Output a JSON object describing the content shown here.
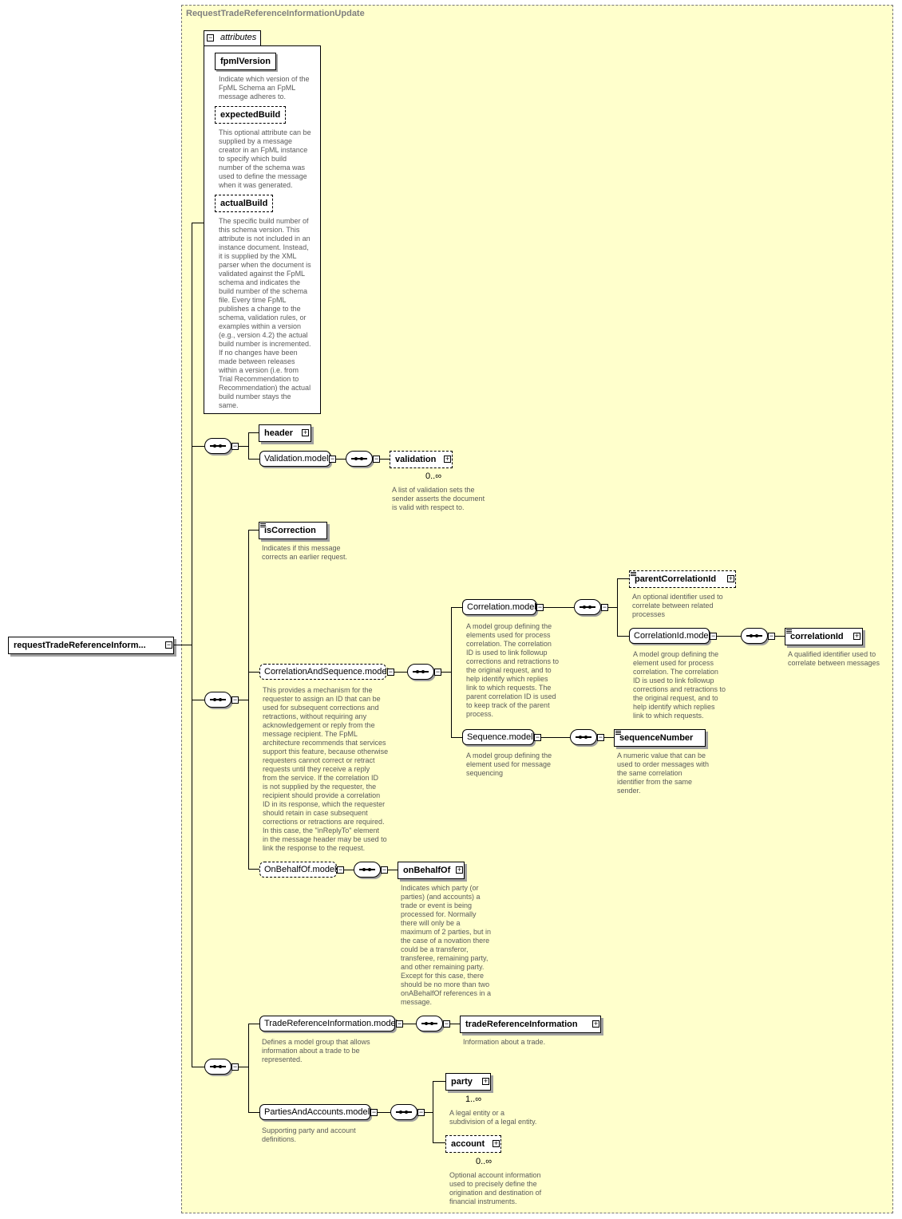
{
  "type_name": "RequestTradeReferenceInformationUpdate",
  "root_element": "requestTradeReferenceInform...",
  "attributes_label": "attributes",
  "attributes": [
    {
      "name": "fpmlVersion",
      "doc": "Indicate which version of the\nFpML Schema an FpML\nmessage adheres to."
    },
    {
      "name": "expectedBuild",
      "doc": "This optional attribute can be\nsupplied by a message\ncreator in an FpML instance\nto specify which build\nnumber of the schema was\nused to define the message\nwhen it was generated."
    },
    {
      "name": "actualBuild",
      "doc": "The specific build number of\nthis schema version. This\nattribute is not included in an\ninstance document. Instead,\nit is supplied by the XML\nparser when the document is\nvalidated against the FpML\nschema and indicates the\nbuild number of the schema\nfile. Every time FpML\npublishes a change to the\nschema, validation rules, or\nexamples within a version\n(e.g., version 4.2) the actual\nbuild number is incremented.\nIf no changes have been\nmade between releases\nwithin a version (i.e. from\nTrial Recommendation to\nRecommendation) the actual\nbuild number stays the\nsame."
    }
  ],
  "nodes": {
    "header": "header",
    "validation_model": "Validation.model",
    "validation": "validation",
    "validation_card": "0..∞",
    "validation_doc": "A list of validation sets the\nsender asserts the document\nis valid with respect to.",
    "isCorrection": "isCorrection",
    "isCorrection_doc": "Indicates if this message\ncorrects an earlier request.",
    "cas_model": "CorrelationAndSequence.model",
    "cas_doc": "This provides a mechanism for the\nrequester to assign an ID that can be\nused for subsequent corrections and\nretractions, without requiring any\nacknowledgement or reply from the\nmessage recipient. The FpML\narchitecture recommends that services\nsupport this feature, because otherwise\nrequesters cannot correct or retract\nrequests until they receive a reply\nfrom the service. If the correlation ID\nis not supplied by the requester, the\nrecipient should provide a correlation\nID in its response, which the requester\nshould retain in case subsequent\ncorrections or retractions are required.\nIn this case, the \"inReplyTo\" element\nin the message header may be used to\nlink the response to the request.",
    "corr_model": "Correlation.model",
    "corr_doc": "A model group defining the\nelements used for process\ncorrelation. The correlation\nID is used to link followup\ncorrections and retractions to\nthe original request, and to\nhelp identify which replies\nlink to which requests. The\nparent correlation ID is used\nto keep track of the parent\nprocess.",
    "parentCorrelationId": "parentCorrelationId",
    "parentCorrelationId_doc": "An optional identifier used to\ncorrelate between related\nprocesses",
    "corrid_model": "CorrelationId.model",
    "corrid_doc": "A model group defining the\nelement used for process\ncorrelation. The correlation\nID is used to link followup\ncorrections and retractions to\nthe original request, and to\nhelp identify which replies\nlink to which requests.",
    "correlationId": "correlationId",
    "correlationId_doc": "A qualified identifier used to\ncorrelate between messages",
    "seq_model": "Sequence.model",
    "seq_doc": "A model group defining the\nelement used for message\nsequencing",
    "sequenceNumber": "sequenceNumber",
    "sequenceNumber_doc": "A numeric value that can be\nused to order messages with\nthe same correlation\nidentifier from the same\nsender.",
    "obo_model": "OnBehalfOf.model",
    "onBehalfOf": "onBehalfOf",
    "onBehalfOf_doc": "Indicates which party (or\nparties) (and accounts) a\ntrade or event is being\nprocessed for. Normally\nthere will only be a\nmaximum of 2 parties, but in\nthe case of a novation there\ncould be a transferor,\ntransferee, remaining party,\nand other remaining party.\nExcept for this case, there\nshould be no more than two\nonABehalfOf references in a\nmessage.",
    "tri_model": "TradeReferenceInformation.model",
    "tri_model_doc": "Defines a model group that allows\ninformation about a trade to be\nrepresented.",
    "tradeReferenceInformation": "tradeReferenceInformation",
    "tradeReferenceInformation_doc": "Information about a trade.",
    "paa_model": "PartiesAndAccounts.model",
    "paa_doc": "Supporting party and account\ndefinitions.",
    "party": "party",
    "party_card": "1..∞",
    "party_doc": "A legal entity or a\nsubdivision of a legal entity.",
    "account": "account",
    "account_card": "0..∞",
    "account_doc": "Optional account information\nused to precisely define the\norigination and destination of\nfinancial instruments."
  }
}
